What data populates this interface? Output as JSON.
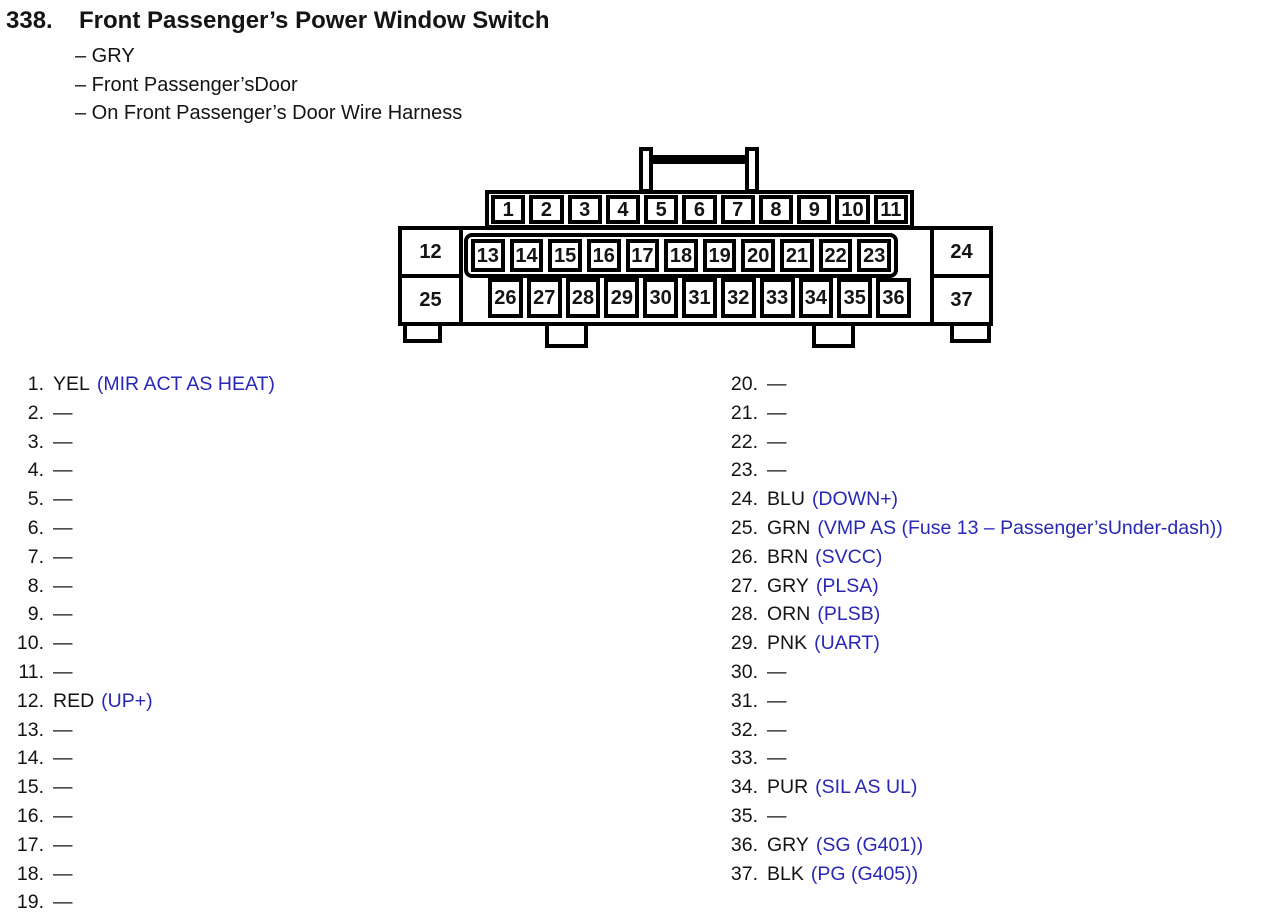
{
  "page": {
    "item_number": "338.",
    "title": "Front Passenger’s Power Window Switch",
    "details": [
      "– GRY",
      "– Front Passenger’sDoor",
      "– On Front Passenger’s Door Wire Harness"
    ]
  },
  "colors": {
    "diagram_line": "#000000",
    "text_black": "#141414",
    "function_blue": "#2828b4",
    "background": "#fefefe"
  },
  "connector": {
    "top_row": [
      "1",
      "2",
      "3",
      "4",
      "5",
      "6",
      "7",
      "8",
      "9",
      "10",
      "11"
    ],
    "left_top": "12",
    "mid_row": [
      "13",
      "14",
      "15",
      "16",
      "17",
      "18",
      "19",
      "20",
      "21",
      "22",
      "23"
    ],
    "right_top": "24",
    "left_bottom": "25",
    "bottom_row": [
      "26",
      "27",
      "28",
      "29",
      "30",
      "31",
      "32",
      "33",
      "34",
      "35",
      "36"
    ],
    "right_bottom": "37"
  },
  "pins_left": [
    {
      "n": "1.",
      "wire": "YEL",
      "func": "(MIR ACT AS HEAT)"
    },
    {
      "n": "2.",
      "wire": "—",
      "func": ""
    },
    {
      "n": "3.",
      "wire": "—",
      "func": ""
    },
    {
      "n": "4.",
      "wire": "—",
      "func": ""
    },
    {
      "n": "5.",
      "wire": "—",
      "func": ""
    },
    {
      "n": "6.",
      "wire": "—",
      "func": ""
    },
    {
      "n": "7.",
      "wire": "—",
      "func": ""
    },
    {
      "n": "8.",
      "wire": "—",
      "func": ""
    },
    {
      "n": "9.",
      "wire": "—",
      "func": ""
    },
    {
      "n": "10.",
      "wire": "—",
      "func": ""
    },
    {
      "n": "11.",
      "wire": "—",
      "func": ""
    },
    {
      "n": "12.",
      "wire": "RED",
      "func": "(UP+)"
    },
    {
      "n": "13.",
      "wire": "—",
      "func": ""
    },
    {
      "n": "14.",
      "wire": "—",
      "func": ""
    },
    {
      "n": "15.",
      "wire": "—",
      "func": ""
    },
    {
      "n": "16.",
      "wire": "—",
      "func": ""
    },
    {
      "n": "17.",
      "wire": "—",
      "func": ""
    },
    {
      "n": "18.",
      "wire": "—",
      "func": ""
    },
    {
      "n": "19.",
      "wire": "—",
      "func": ""
    }
  ],
  "pins_right": [
    {
      "n": "20.",
      "wire": "—",
      "func": ""
    },
    {
      "n": "21.",
      "wire": "—",
      "func": ""
    },
    {
      "n": "22.",
      "wire": "—",
      "func": ""
    },
    {
      "n": "23.",
      "wire": "—",
      "func": ""
    },
    {
      "n": "24.",
      "wire": "BLU",
      "func": "(DOWN+)"
    },
    {
      "n": "25.",
      "wire": "GRN",
      "func": "(VMP AS (Fuse 13 – Passenger’sUnder-dash))"
    },
    {
      "n": "26.",
      "wire": "BRN",
      "func": "(SVCC)"
    },
    {
      "n": "27.",
      "wire": "GRY",
      "func": "(PLSA)"
    },
    {
      "n": "28.",
      "wire": "ORN",
      "func": "(PLSB)"
    },
    {
      "n": "29.",
      "wire": "PNK",
      "func": "(UART)"
    },
    {
      "n": "30.",
      "wire": "—",
      "func": ""
    },
    {
      "n": "31.",
      "wire": "—",
      "func": ""
    },
    {
      "n": "32.",
      "wire": "—",
      "func": ""
    },
    {
      "n": "33.",
      "wire": "—",
      "func": ""
    },
    {
      "n": "34.",
      "wire": "PUR",
      "func": "(SIL AS UL)"
    },
    {
      "n": "35.",
      "wire": "—",
      "func": ""
    },
    {
      "n": "36.",
      "wire": "GRY",
      "func": "(SG (G401))"
    },
    {
      "n": "37.",
      "wire": "BLK",
      "func": "(PG (G405))"
    }
  ]
}
